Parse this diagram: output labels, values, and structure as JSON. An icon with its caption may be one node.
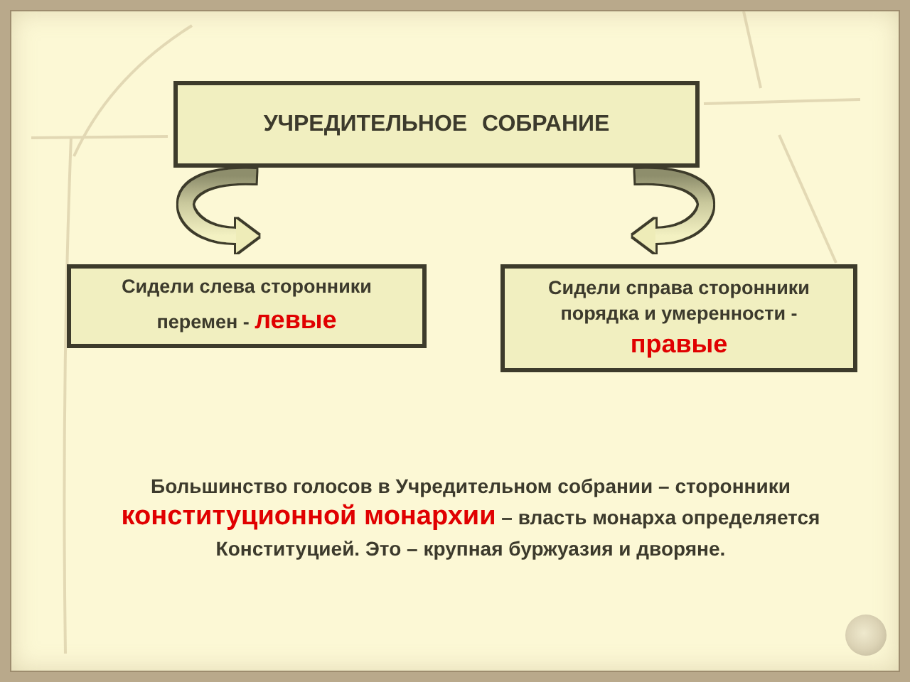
{
  "diagram": {
    "nodes": [
      {
        "text": [
          "УЧРЕДИТЕЛЬНОЕ СОБРАНИЕ"
        ]
      },
      {
        "text": [
          "Сидели слева сторонники перемен - **левые**"
        ]
      },
      {
        "text": [
          "Сидели справа сторонники порядка и умеренности - **правые**"
        ]
      }
    ],
    "edges": [
      {
        "from": 0,
        "to": 1,
        "arrow": "to"
      },
      {
        "from": 0,
        "to": 2,
        "arrow": "to"
      }
    ],
    "labels": [
      "Большинство голосов в Учредительном собрании – сторонники **конституционной монархии** – власть монарха определяется Конституцией. Это – крупная буржуазия и дворяне."
    ]
  }
}
